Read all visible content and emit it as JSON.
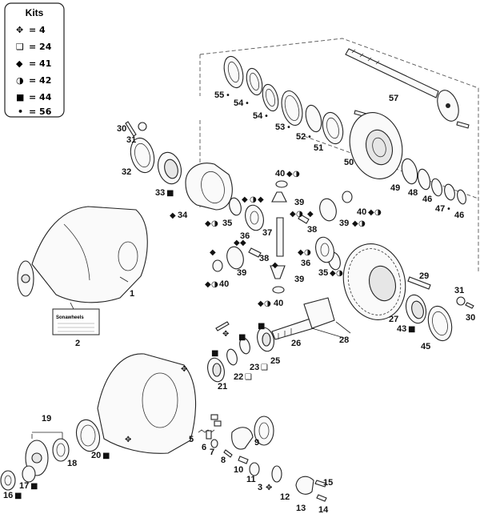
{
  "kits": {
    "title": "Kits",
    "rows": [
      {
        "symbol": "✥",
        "text": "= 4"
      },
      {
        "symbol": "❑",
        "text": "= 24"
      },
      {
        "symbol": "◆",
        "text": "= 41"
      },
      {
        "symbol": "◑",
        "text": "= 42"
      },
      {
        "symbol": "■",
        "text": "= 44"
      },
      {
        "symbol": "•",
        "text": "= 56"
      }
    ]
  },
  "plate": {
    "brand": "Sonawheels"
  },
  "labels": {
    "p1": "1",
    "p2": "2",
    "p3": "3",
    "p5": "5",
    "p6": "6",
    "p7": "7",
    "p8": "8",
    "p9": "9",
    "p10": "10",
    "p11": "11",
    "p12": "12",
    "p13": "13",
    "p14": "14",
    "p15": "15",
    "p16": "16",
    "p17": "17",
    "p18": "18",
    "p19": "19",
    "p20": "20",
    "p21": "21",
    "p22": "22",
    "p23": "23",
    "p25": "25",
    "p26": "26",
    "p27": "27",
    "p28": "28",
    "p29": "29",
    "p30a": "30",
    "p30b": "30",
    "p31a": "31",
    "p31b": "31",
    "p32": "32",
    "p33": "33",
    "p34": "34",
    "p35a": "35",
    "p35b": "35",
    "p36a": "36",
    "p36b": "36",
    "p37": "37",
    "p38a": "38",
    "p38b": "38",
    "p39a": "39",
    "p39b": "39",
    "p39c": "39",
    "p39d": "39",
    "p40a": "40",
    "p40b": "40",
    "p40c": "40",
    "p40d": "40",
    "p43": "43",
    "p45": "45",
    "p46a": "46",
    "p46b": "46",
    "p47": "47",
    "p48": "48",
    "p49": "49",
    "p50": "50",
    "p51": "51",
    "p52": "52",
    "p53": "53",
    "p54a": "54",
    "p54b": "54",
    "p55": "55",
    "p57": "57"
  },
  "symbols": {
    "four": "✥",
    "twentyfour": "❑",
    "fortyone": "◆",
    "fortytwo": "◑",
    "fortyfour": "■",
    "fiftysix": "•"
  }
}
